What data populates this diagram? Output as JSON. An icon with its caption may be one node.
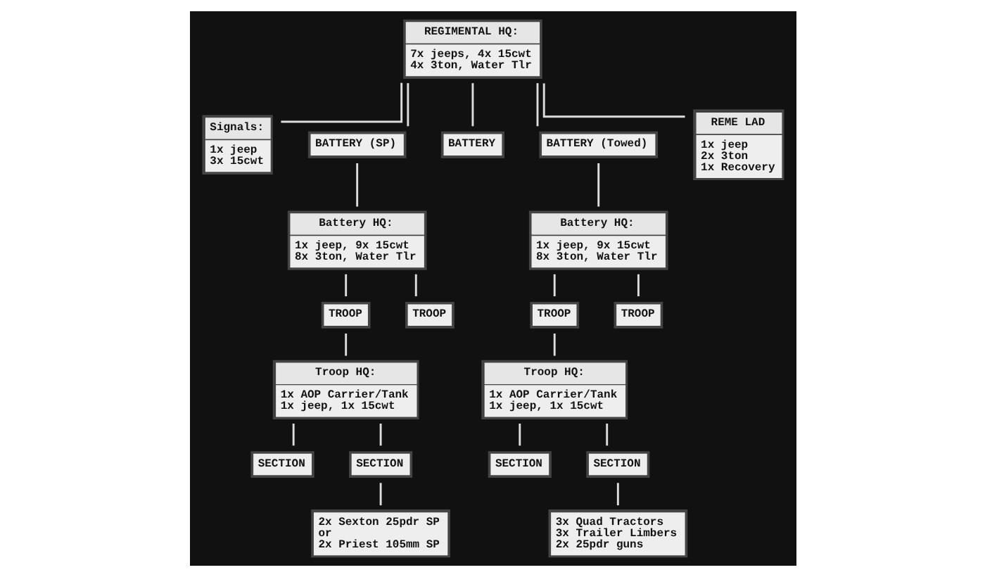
{
  "diagram": {
    "nodes": [
      {
        "text": [
          "REGIMENTAL HQ:",
          "7x jeeps, 4x 15cwt 4x 3ton, Water Tlr"
        ]
      },
      {
        "text": [
          "Signals:",
          "1x jeep 3x 15cwt"
        ]
      },
      {
        "text": [
          "BATTERY (SP)"
        ]
      },
      {
        "text": [
          "BATTERY"
        ]
      },
      {
        "text": [
          "BATTERY (Towed)"
        ]
      },
      {
        "text": [
          "REME LAD",
          "1x jeep 2x 3ton 1x Recovery"
        ]
      },
      {
        "text": [
          "Battery HQ:",
          "1x jeep, 9x 15cwt 8x 3ton, Water Tlr"
        ]
      },
      {
        "text": [
          "TROOP"
        ]
      },
      {
        "text": [
          "TROOP"
        ]
      },
      {
        "text": [
          "Troop HQ:",
          "1x AOP Carrier/Tank 1x jeep, 1x 15cwt"
        ]
      },
      {
        "text": [
          "SECTION"
        ]
      },
      {
        "text": [
          "SECTION"
        ]
      },
      {
        "text": [
          "2x Sexton 25pdr SP or 2x Priest 105mm SP"
        ]
      },
      {
        "text": [
          "Battery HQ:",
          "1x jeep, 9x 15cwt 8x 3ton, Water Tlr"
        ]
      },
      {
        "text": [
          "TROOP"
        ]
      },
      {
        "text": [
          "TROOP"
        ]
      },
      {
        "text": [
          "Troop HQ:",
          "1x AOP Carrier/Tank 1x jeep, 1x 15cwt"
        ]
      },
      {
        "text": [
          "SECTION"
        ]
      },
      {
        "text": [
          "SECTION"
        ]
      },
      {
        "text": [
          "3x Quad Tractors 3x Trailer Limbers 2x 25pdr guns"
        ]
      }
    ],
    "edges": [
      {
        "from": 0,
        "to": 1,
        "arrow": "none"
      },
      {
        "from": 0,
        "to": 2,
        "arrow": "none"
      },
      {
        "from": 0,
        "to": 3,
        "arrow": "none"
      },
      {
        "from": 0,
        "to": 4,
        "arrow": "none"
      },
      {
        "from": 0,
        "to": 5,
        "arrow": "none"
      },
      {
        "from": 2,
        "to": 6,
        "arrow": "none"
      },
      {
        "from": 6,
        "to": 7,
        "arrow": "none"
      },
      {
        "from": 6,
        "to": 8,
        "arrow": "none"
      },
      {
        "from": 7,
        "to": 9,
        "arrow": "none"
      },
      {
        "from": 9,
        "to": 10,
        "arrow": "none"
      },
      {
        "from": 9,
        "to": 11,
        "arrow": "none"
      },
      {
        "from": 11,
        "to": 12,
        "arrow": "none"
      },
      {
        "from": 4,
        "to": 13,
        "arrow": "none"
      },
      {
        "from": 13,
        "to": 14,
        "arrow": "none"
      },
      {
        "from": 13,
        "to": 15,
        "arrow": "none"
      },
      {
        "from": 14,
        "to": 16,
        "arrow": "none"
      },
      {
        "from": 16,
        "to": 17,
        "arrow": "none"
      },
      {
        "from": 16,
        "to": 18,
        "arrow": "none"
      },
      {
        "from": 18,
        "to": 19,
        "arrow": "none"
      }
    ]
  }
}
